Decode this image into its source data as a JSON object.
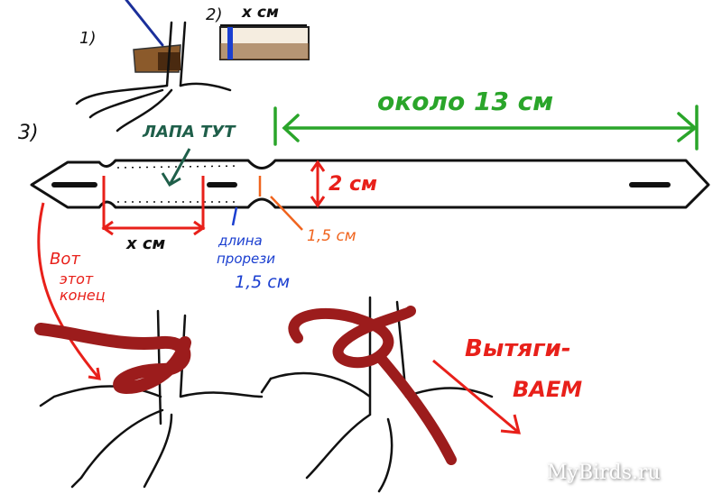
{
  "steps": {
    "step1": "1)",
    "step2": "2)",
    "step3": "3)"
  },
  "step2_label": "x см",
  "paw_here": "ЛАПА ТУТ",
  "length_label": "около 13 см",
  "width_label": "2 см",
  "notch_label": "1,5 см",
  "x_label": "x см",
  "slit": {
    "line1": "длина",
    "line2": "прорези",
    "line3": "1,5 см"
  },
  "this_end": {
    "line1": "Вот",
    "line2": "этот",
    "line3": "конец"
  },
  "pull": {
    "line1": "Вытяги-",
    "line2": "ВАЕМ"
  },
  "watermark": "MyBirds.ru",
  "colors": {
    "green": "#2aa52a",
    "dark_green": "#1f5f4a",
    "red": "#e8201a",
    "orange": "#f0641e",
    "blue": "#1b3fd0",
    "ribbon": "#9c1c1c"
  }
}
